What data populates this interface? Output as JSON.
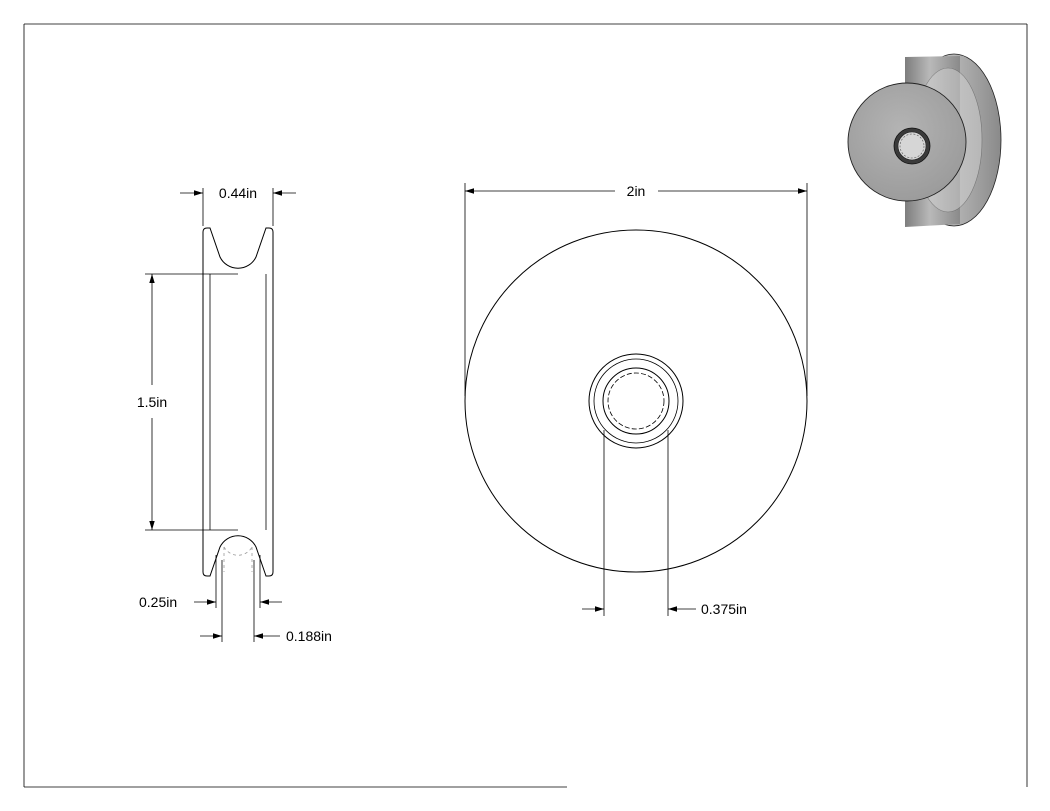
{
  "dimensions": {
    "width": "0.44in",
    "inner_diameter": "1.5in",
    "groove_offset": "0.25in",
    "groove_width": "0.188in",
    "outer_diameter": "2in",
    "bore_diameter": "0.375in"
  },
  "colors": {
    "line": "#000000",
    "hidden_line": "#9a9a9a",
    "render_face": "#a7a7a7",
    "render_rim": "#8f8f8f"
  }
}
